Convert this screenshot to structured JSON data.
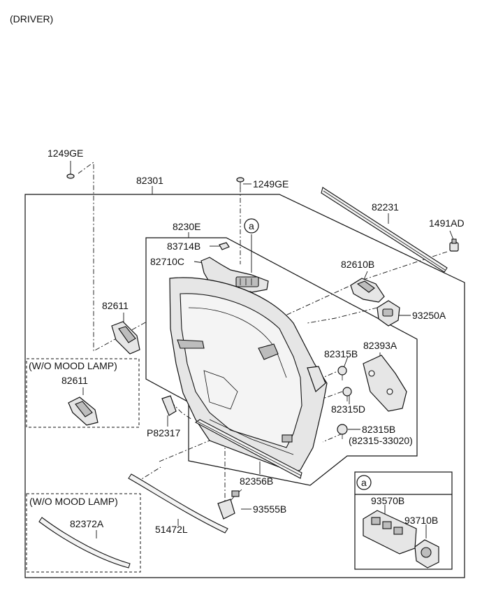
{
  "header": {
    "title": "(DRIVER)"
  },
  "labels": {
    "screw_top_left": "1249GE",
    "main_assembly": "82301",
    "screw_center": "1249GE",
    "weatherstrip": "82231",
    "clip_top_right": "1491AD",
    "panel": "8230E",
    "callout_a_top": "a",
    "cover": "83714B",
    "bracket": "82710C",
    "handle_inside": "82610B",
    "switch_right": "93250A",
    "handle_left": "82611",
    "fastener_b1": "82315B",
    "pad": "82393A",
    "fastener_d": "82315D",
    "fastener_b2": "82315B",
    "fastener_b2_alt": "(82315-33020)",
    "clip_left": "P82317",
    "garnish": "82356B",
    "lamp": "93555B",
    "strip": "51472L",
    "callout_a_box": "a",
    "switch_assy": "93570B",
    "switch_small": "93710B"
  },
  "variant_boxes": [
    {
      "title": "(W/O MOOD LAMP)",
      "part": "82611"
    },
    {
      "title": "(W/O MOOD LAMP)",
      "part": "82372A"
    }
  ]
}
